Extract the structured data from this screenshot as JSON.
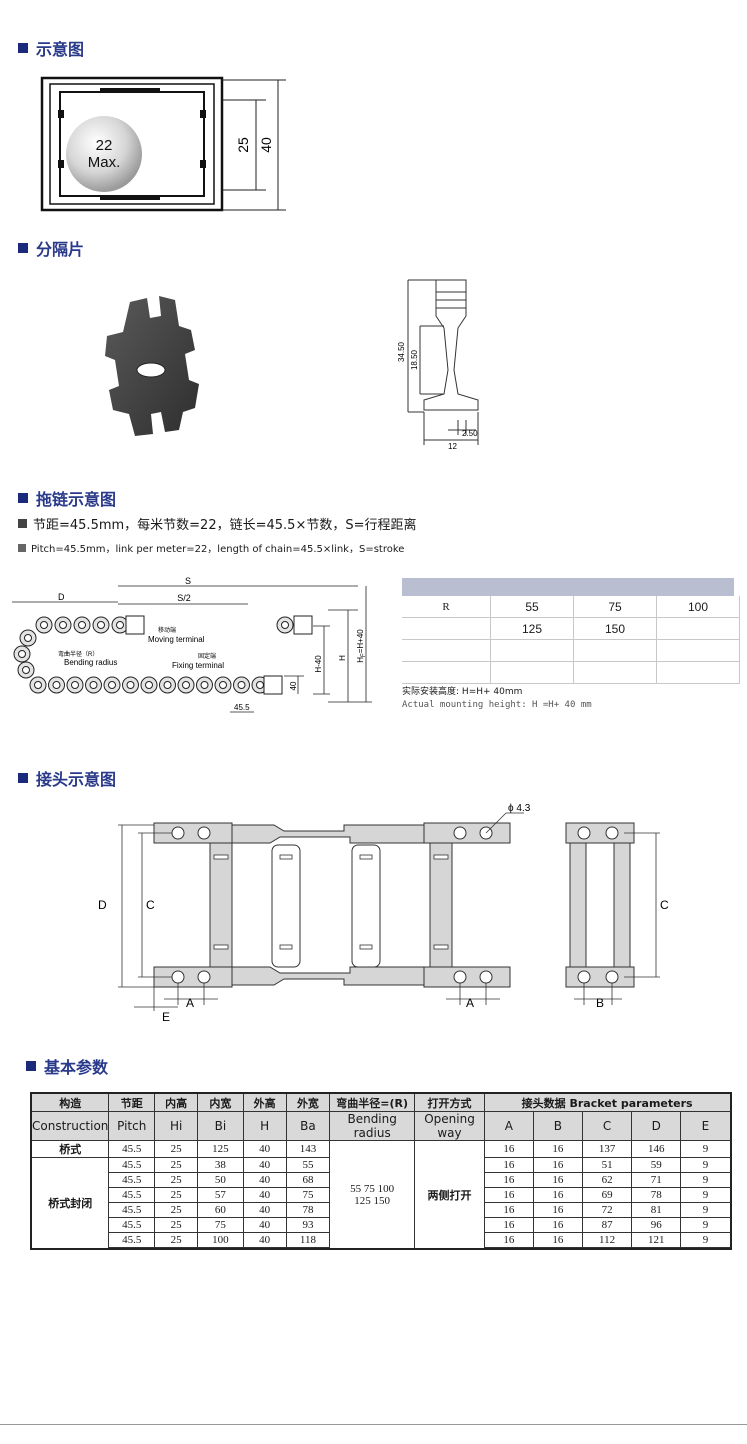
{
  "sections": {
    "schematic": "示意图",
    "divider": "分隔片",
    "chain": "拖链示意图",
    "connector": "接头示意图",
    "params": "基本参数"
  },
  "schematic": {
    "ball_top": "22",
    "ball_bottom": "Max.",
    "dim_inner": "25",
    "dim_outer": "40"
  },
  "divider": {
    "dim_a": "34.50",
    "dim_b": "18.50",
    "dim_c": "2.50",
    "dim_d": "12"
  },
  "chain_text": {
    "cn": "节距=45.5mm，每米节数=22，链长=45.5×节数，S=行程距离",
    "en": "Pitch=45.5mm，link per meter=22，length of chain=45.5×link，S=stroke"
  },
  "chain_labels": {
    "S": "S",
    "S2": "S/2",
    "D": "D",
    "moving_cn": "移动端",
    "moving_en": "Moving terminal",
    "bending_cn": "弯曲半径（R）",
    "bending_en": "Bending radius",
    "fixing_cn": "固定端",
    "fixing_en": "Fixing terminal",
    "H40": "H-40",
    "H": "H",
    "HF": "H",
    "HF_sub": "F",
    "HF_rest": "=H+40",
    "d40": "40",
    "d455": "45.5"
  },
  "radius_table": {
    "header": "R",
    "rows": [
      [
        "55",
        "75",
        "100"
      ],
      [
        "125",
        "150",
        ""
      ],
      [
        "",
        "",
        ""
      ],
      [
        "",
        "",
        ""
      ]
    ]
  },
  "mount": {
    "cn_label": "实际安装高度:",
    "cn_formula": "H=H+ 40mm",
    "en_label": "Actual mounting height:",
    "en_formula": "H =H+ 40 mm"
  },
  "connector": {
    "phi": "ϕ 4.3",
    "D": "D",
    "C": "C",
    "A": "A",
    "E": "E",
    "C2": "C",
    "B": "B"
  },
  "table": {
    "h1": [
      "构造",
      "节距",
      "内高",
      "内宽",
      "外高",
      "外宽",
      "弯曲半径=(R)",
      "打开方式",
      "接头数据  Bracket parameters"
    ],
    "h2": [
      "Construction",
      "Pitch",
      "Hi",
      "Bi",
      "H",
      "Ba",
      "Bending radius",
      "Opening way",
      "A",
      "B",
      "C",
      "D",
      "E"
    ],
    "construction_1": "桥式",
    "construction_2": "桥式封闭",
    "radius_line1": "55  75  100",
    "radius_line2": "125  150",
    "opening": "两侧打开",
    "rows": [
      [
        "45.5",
        "25",
        "125",
        "40",
        "143",
        "16",
        "16",
        "137",
        "146",
        "9"
      ],
      [
        "45.5",
        "25",
        "38",
        "40",
        "55",
        "16",
        "16",
        "51",
        "59",
        "9"
      ],
      [
        "45.5",
        "25",
        "50",
        "40",
        "68",
        "16",
        "16",
        "62",
        "71",
        "9"
      ],
      [
        "45.5",
        "25",
        "57",
        "40",
        "75",
        "16",
        "16",
        "69",
        "78",
        "9"
      ],
      [
        "45.5",
        "25",
        "60",
        "40",
        "78",
        "16",
        "16",
        "72",
        "81",
        "9"
      ],
      [
        "45.5",
        "25",
        "75",
        "40",
        "93",
        "16",
        "16",
        "87",
        "96",
        "9"
      ],
      [
        "45.5",
        "25",
        "100",
        "40",
        "118",
        "16",
        "16",
        "112",
        "121",
        "9"
      ]
    ]
  },
  "colors": {
    "accent": "#1b2a7a",
    "title": "#2a3a8a",
    "part_gray": "#d6d6d6",
    "header_band": "#b9bfd1"
  }
}
